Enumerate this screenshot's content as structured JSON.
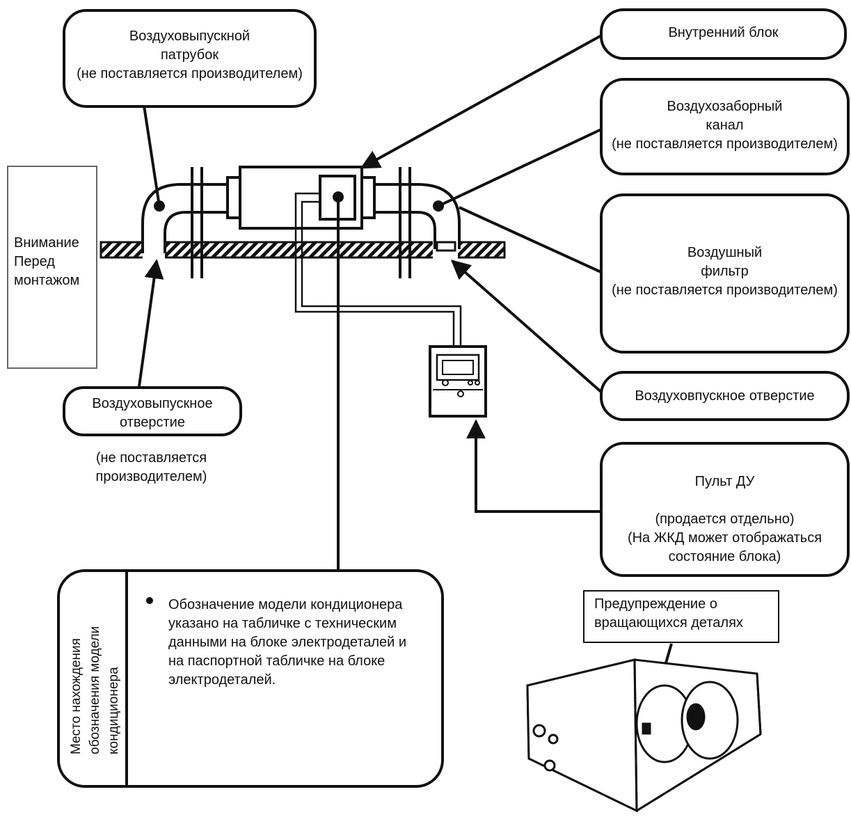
{
  "labels": {
    "outlet_nozzle": [
      "Воздуховыпускной",
      "патрубок",
      "(не поставляется производителем)"
    ],
    "indoor_unit": "Внутренний блок",
    "intake_duct": [
      "Воздухозаборный",
      "канал",
      "(не поставляется производителем)"
    ],
    "air_filter": [
      "Воздушный",
      "фильтр",
      "(не поставляется производителем)"
    ],
    "inlet_opening": "Воздуховпускное отверстие",
    "outlet_opening": [
      "Воздуховыпускное",
      "отверстие"
    ],
    "outlet_note": [
      "(не поставляется",
      "производителем)"
    ],
    "remote": {
      "title": "Пульт ДУ",
      "lines": [
        "(продается отдельно)",
        "(На ЖКД может отображаться",
        "состояние блока)"
      ]
    },
    "attention": [
      "Внимание",
      "Перед",
      "монтажом"
    ],
    "model_location": {
      "side_title": [
        "Место нахождения",
        "обозначения модели",
        "кондиционера"
      ],
      "text": [
        "Обозначение модели кондиционера",
        "указано на табличке с техническим",
        "данными на блоке электродеталей и",
        "на паспортной табличке на блоке",
        "электродеталей."
      ]
    },
    "rotating_warning": [
      "Предупреждение о",
      "вращающихся деталях"
    ]
  }
}
